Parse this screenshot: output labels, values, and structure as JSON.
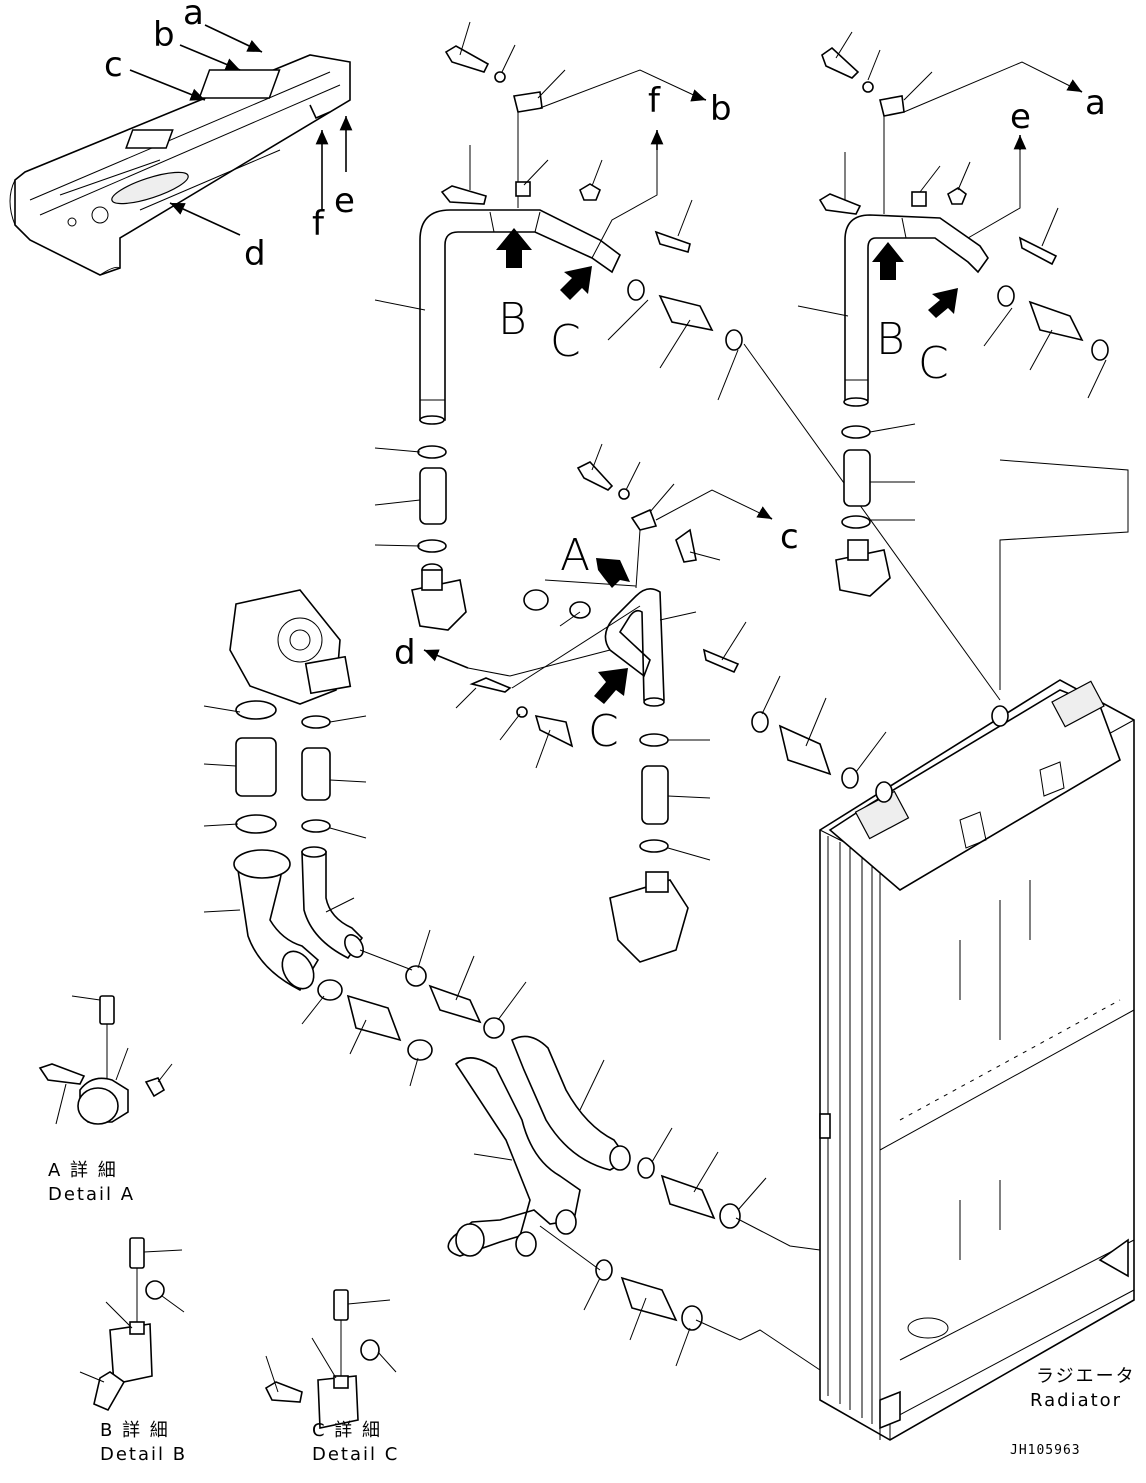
{
  "labels": {
    "a": "a",
    "b": "b",
    "c": "c",
    "d": "d",
    "e": "e",
    "f": "f",
    "A": "A",
    "B": "B",
    "C": "C"
  },
  "details": {
    "detail_a_jp": "A 詳 細",
    "detail_a_en": "Detail A",
    "detail_b_jp": "B 詳 細",
    "detail_b_en": "Detail B",
    "detail_c_jp": "C 詳 細",
    "detail_c_en": "Detail C"
  },
  "radiator": {
    "jp": "ラジエータ",
    "en": "Radiator"
  },
  "reference": "JH105963"
}
